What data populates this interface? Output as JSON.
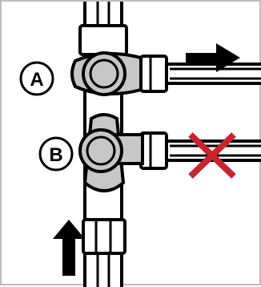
{
  "valves": [
    {
      "label": "A",
      "state": "open"
    },
    {
      "label": "B",
      "state": "closed"
    }
  ],
  "colors": {
    "outline": "#000000",
    "valve_fill": "#c7c7c7",
    "pipe_fill": "#ffffff",
    "blocked_mark": "#c6252e",
    "frame_border": "#bdbdbd"
  },
  "flow": {
    "inlet_direction": "up",
    "outlet_direction": "right"
  },
  "icons": [
    "flow-arrow-icon",
    "blocked-x-icon"
  ]
}
